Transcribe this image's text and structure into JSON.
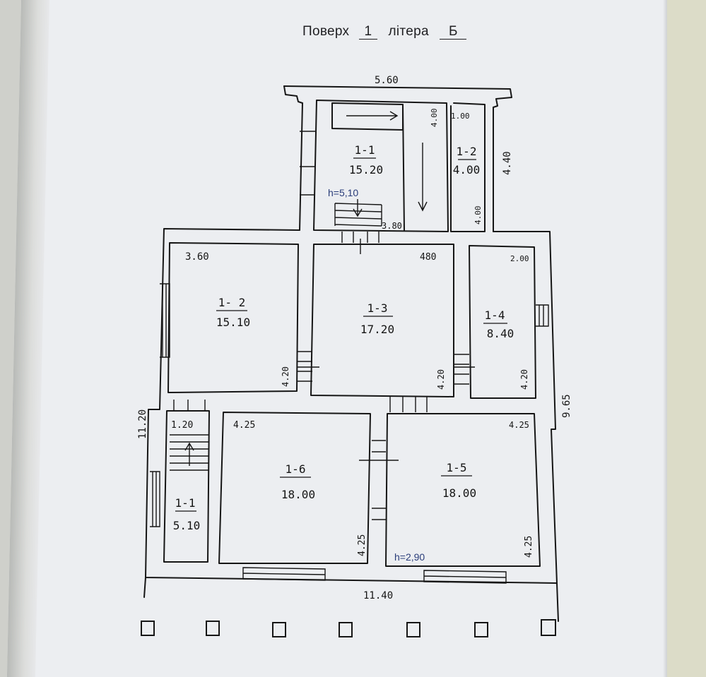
{
  "heading": {
    "floor_label": "Поверх",
    "floor_value": "1",
    "letter_label": "літера",
    "letter_value": "Б"
  },
  "dimensions": {
    "top_width": "5.60",
    "left_height": "11.20",
    "right_height": "9.65",
    "bottom_width": "11.40",
    "annex_right": "4.40"
  },
  "rooms": [
    {
      "id": "1-1",
      "area": "15.20"
    },
    {
      "id": "1-2",
      "area": "4.00"
    },
    {
      "id": "1- 2",
      "area": "15.10"
    },
    {
      "id": "1-3",
      "area": "17.20"
    },
    {
      "id": "1-4",
      "area": "8.40"
    },
    {
      "id": "1-6",
      "area": "18.00"
    },
    {
      "id": "1-5",
      "area": "18.00"
    },
    {
      "id": "1-1",
      "area": "5.10"
    }
  ],
  "room_dims": {
    "r11_a": "4.00",
    "r11_b": "3.80",
    "r12_a": "1.00",
    "r12_b": "4.00",
    "rA_a": "3.60",
    "rA_b": "4.20",
    "r13_a": "480",
    "r13_b": "4.20",
    "r14_a": "2.00",
    "r14_b": "4.20",
    "r16_a": "4.25",
    "r16_b": "4.25",
    "r15_a": "4.25",
    "r15_b": "4.25",
    "rS_a": "1.20"
  },
  "heights": {
    "upper": "h=5,10",
    "lower": "h=2,90"
  }
}
